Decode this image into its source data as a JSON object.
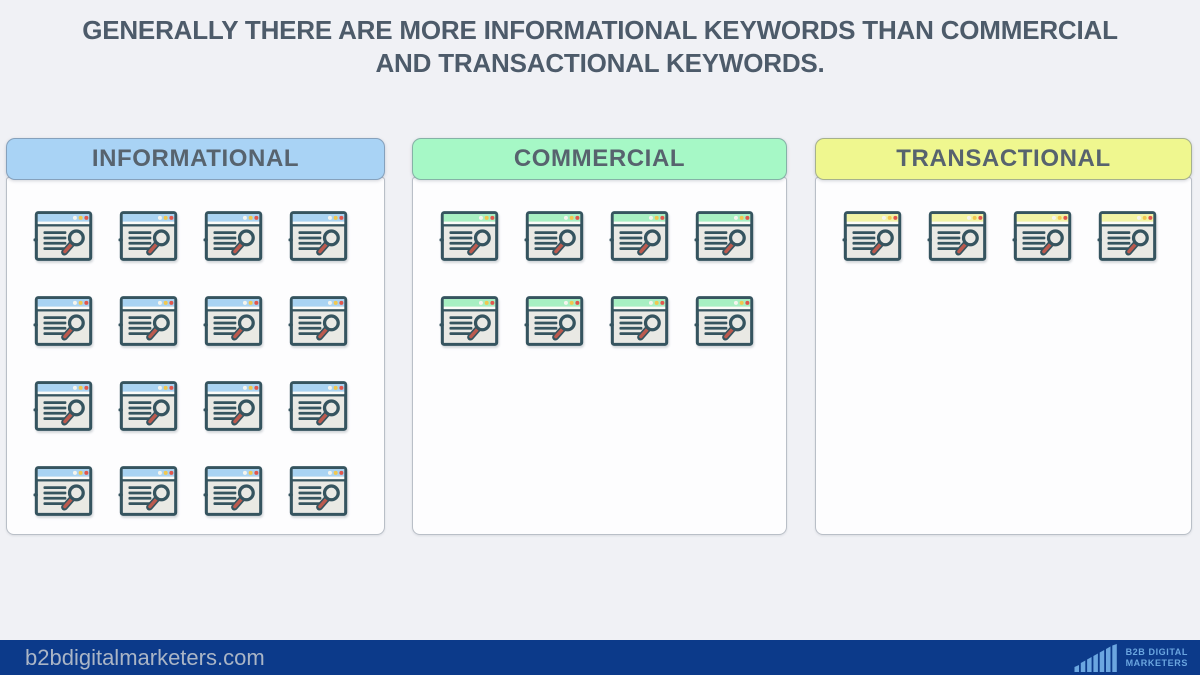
{
  "title": {
    "lines": [
      "GENERALLY THERE ARE MORE INFORMATIONAL KEYWORDS THAN COMMERCIAL",
      "AND TRANSACTIONAL KEYWORDS."
    ],
    "full_text": "GENERALLY THERE ARE MORE INFORMATIONAL KEYWORDS THAN COMMERCIAL AND TRANSACTIONAL KEYWORDS."
  },
  "panels": [
    {
      "id": "informational",
      "label": "INFORMATIONAL",
      "keyword_icon_count": 16,
      "header_color": "#a9d3f5",
      "icon_titlebar_color": "#a9d3f2"
    },
    {
      "id": "commercial",
      "label": "COMMERCIAL",
      "keyword_icon_count": 8,
      "header_color": "#a6f8c6",
      "icon_titlebar_color": "#a7efc2"
    },
    {
      "id": "transactional",
      "label": "TRANSACTIONAL",
      "keyword_icon_count": 4,
      "header_color": "#eff78f",
      "icon_titlebar_color": "#f1f3a4"
    }
  ],
  "chart_data": {
    "type": "bar",
    "note": "pictograph - quantities shown as repeated keyword-page icons",
    "categories": [
      "INFORMATIONAL",
      "COMMERCIAL",
      "TRANSACTIONAL"
    ],
    "values": [
      16,
      8,
      4
    ],
    "unit": "keyword page icons",
    "title": "GENERALLY THERE ARE MORE INFORMATIONAL KEYWORDS THAN COMMERCIAL AND TRANSACTIONAL KEYWORDS."
  },
  "icon": {
    "name": "keyword-page-icon",
    "outline_color": "#35545f",
    "body_color": "#e9e9e4",
    "handle_color": "#bc5a4e",
    "dot_colors": [
      "#f4f4ee",
      "#f1c84e",
      "#e2574c"
    ]
  },
  "footer": {
    "website": "b2bdigitalmarketers.com",
    "logo": {
      "line1": "B2B DIGITAL",
      "line2": "MARKETERS",
      "icon": "ascending-bar-chart-icon"
    },
    "background_color": "#0c3a8a",
    "website_text_color": "#aab5c6",
    "logo_color": "#6ba6e0"
  },
  "colors": {
    "page_background": "#f0f1f5",
    "title_text": "#4d5b6a",
    "panel_label_text": "#57636e"
  }
}
